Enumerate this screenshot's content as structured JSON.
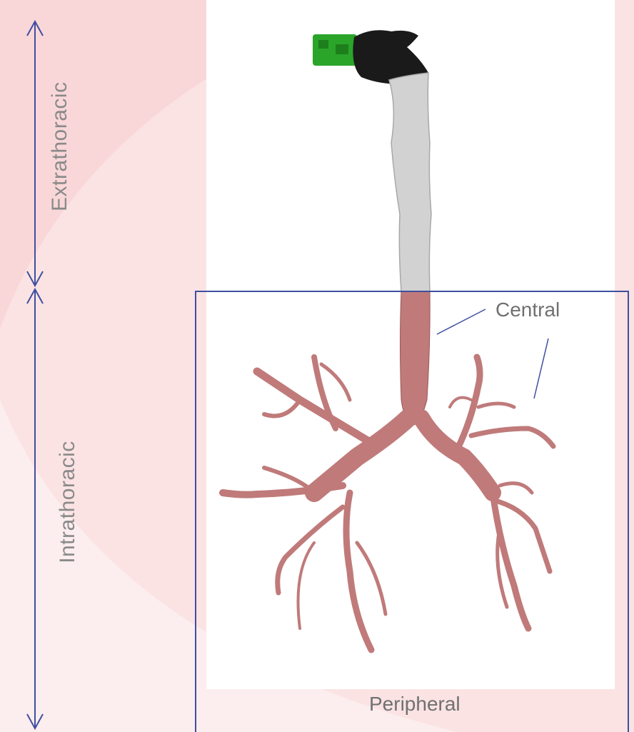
{
  "labels": {
    "extrathoracic": "Extrathoracic",
    "intrathoracic": "Intrathoracic",
    "central": "Central",
    "peripheral": "Peripheral"
  },
  "colors": {
    "background": "#fbe3e4",
    "panel": "#ffffff",
    "arrow": "#3f4fa0",
    "box": "#3f4fa0",
    "bronchi": "#c07a7a",
    "trachea": "#cfcfcf",
    "mouthpiece": "#2aa52a",
    "oral_cavity": "#1a1a1a",
    "label_text": "#707070"
  }
}
